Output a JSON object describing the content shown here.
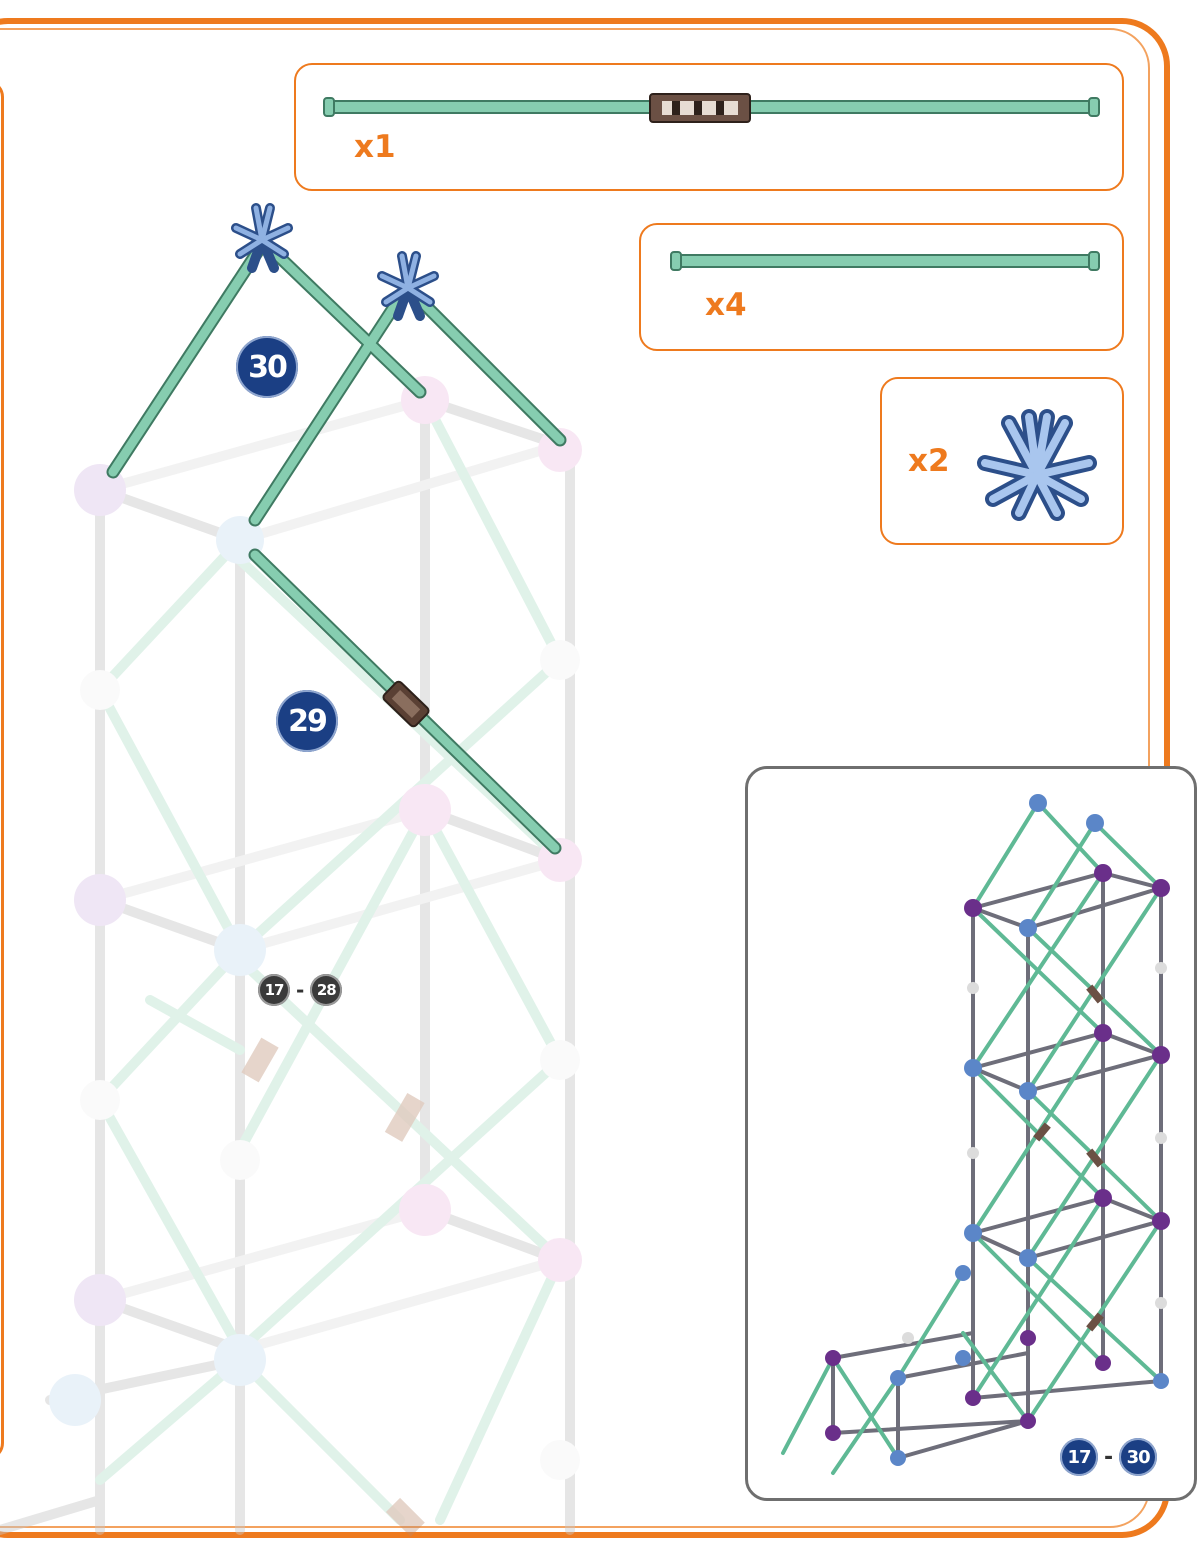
{
  "colors": {
    "frame": "#ee7a1e",
    "rod_green": "#7fc7a6",
    "rod_grey": "#9d9d9d",
    "connector_blue": "#5b86c8",
    "connector_pink": "#e6b4dc",
    "connector_purple": "#6a2f8a",
    "badge_blue": "#1b3f84",
    "badge_dark": "#3a3a3a",
    "coupler_brown": "#6b5044"
  },
  "parts": [
    {
      "item": "long-rod-with-coupler",
      "quantity_label": "x1"
    },
    {
      "item": "green-rod",
      "quantity_label": "x4"
    },
    {
      "item": "blue-connector",
      "quantity_label": "x2"
    }
  ],
  "steps": {
    "step_30": "30",
    "step_29": "29",
    "previous_range": {
      "from": "17",
      "separator": "-",
      "to": "28"
    }
  },
  "overview": {
    "range": {
      "from": "17",
      "separator": "-",
      "to": "30"
    }
  }
}
